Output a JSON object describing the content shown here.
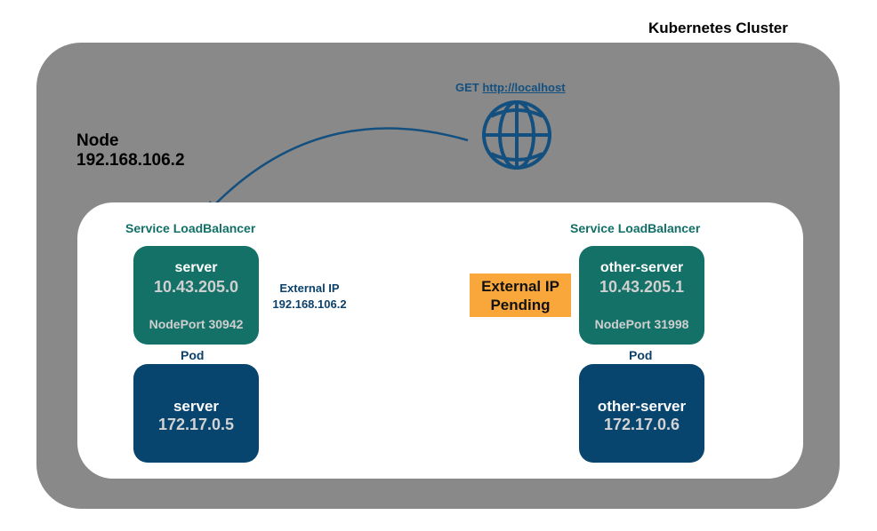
{
  "cluster": {
    "title": "Kubernetes Cluster"
  },
  "node": {
    "label": "Node",
    "ip": "192.168.106.2"
  },
  "request": {
    "method": "GET",
    "url": "http://localhost",
    "icon": "globe-icon"
  },
  "colors": {
    "cluster_bg": "#898989",
    "service_bg": "#137167",
    "pod_bg": "#07456f",
    "pending_bg": "#f9a73a",
    "accent_blue": "#14507f"
  },
  "services": [
    {
      "title": "Service LoadBalancer",
      "name": "server",
      "cluster_ip": "10.43.205.0",
      "node_port": "NodePort 30942",
      "external_ip_label": "External IP",
      "external_ip_value": "192.168.106.2",
      "pod_label": "Pod",
      "pod_name": "server",
      "pod_ip": "172.17.0.5"
    },
    {
      "title": "Service LoadBalancer",
      "name": "other-server",
      "cluster_ip": "10.43.205.1",
      "node_port": "NodePort 31998",
      "external_ip_label": "External IP",
      "external_ip_value": "Pending",
      "pod_label": "Pod",
      "pod_name": "other-server",
      "pod_ip": "172.17.0.6"
    }
  ]
}
